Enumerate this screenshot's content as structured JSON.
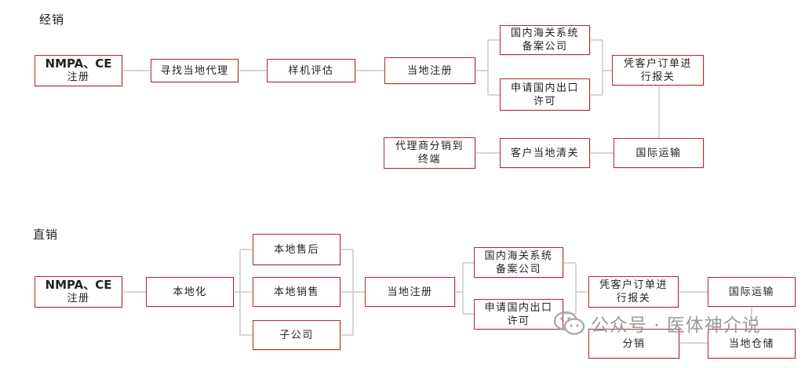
{
  "sections": {
    "distributor_label": "经销",
    "direct_label": "直销"
  },
  "distributor": {
    "nmpa_line1": "NMPA、CE",
    "nmpa_line2": "注册",
    "find_agent": "寻找当地代理",
    "sample_eval": "样机评估",
    "local_reg": "当地注册",
    "customs_line1": "国内海关系统",
    "customs_line2": "备案公司",
    "export_line1": "申请国内出口",
    "export_line2": "许可",
    "order_line1": "凭客户订单进",
    "order_line2": "行报关",
    "intl_transport": "国际运输",
    "local_clearance": "客户当地清关",
    "agent_line1": "代理商分销到",
    "agent_line2": "终端"
  },
  "direct": {
    "nmpa_line1": "NMPA、CE",
    "nmpa_line2": "注册",
    "localize": "本地化",
    "local_after_sales": "本地售后",
    "local_sales": "本地销售",
    "subsidiary": "子公司",
    "local_reg": "当地注册",
    "customs_line1": "国内海关系统",
    "customs_line2": "备案公司",
    "export_line1": "申请国内出口",
    "export_line2": "许可",
    "order_line1": "凭客户订单进",
    "order_line2": "行报关",
    "intl_transport": "国际运输",
    "distribution": "分销",
    "local_warehouse": "当地仓储"
  },
  "watermark": {
    "icon": "wechat-icon",
    "text": "公众号 · 医体神介说"
  },
  "colors": {
    "box_border": "#b8282e",
    "connector": "#c8c8c8"
  }
}
